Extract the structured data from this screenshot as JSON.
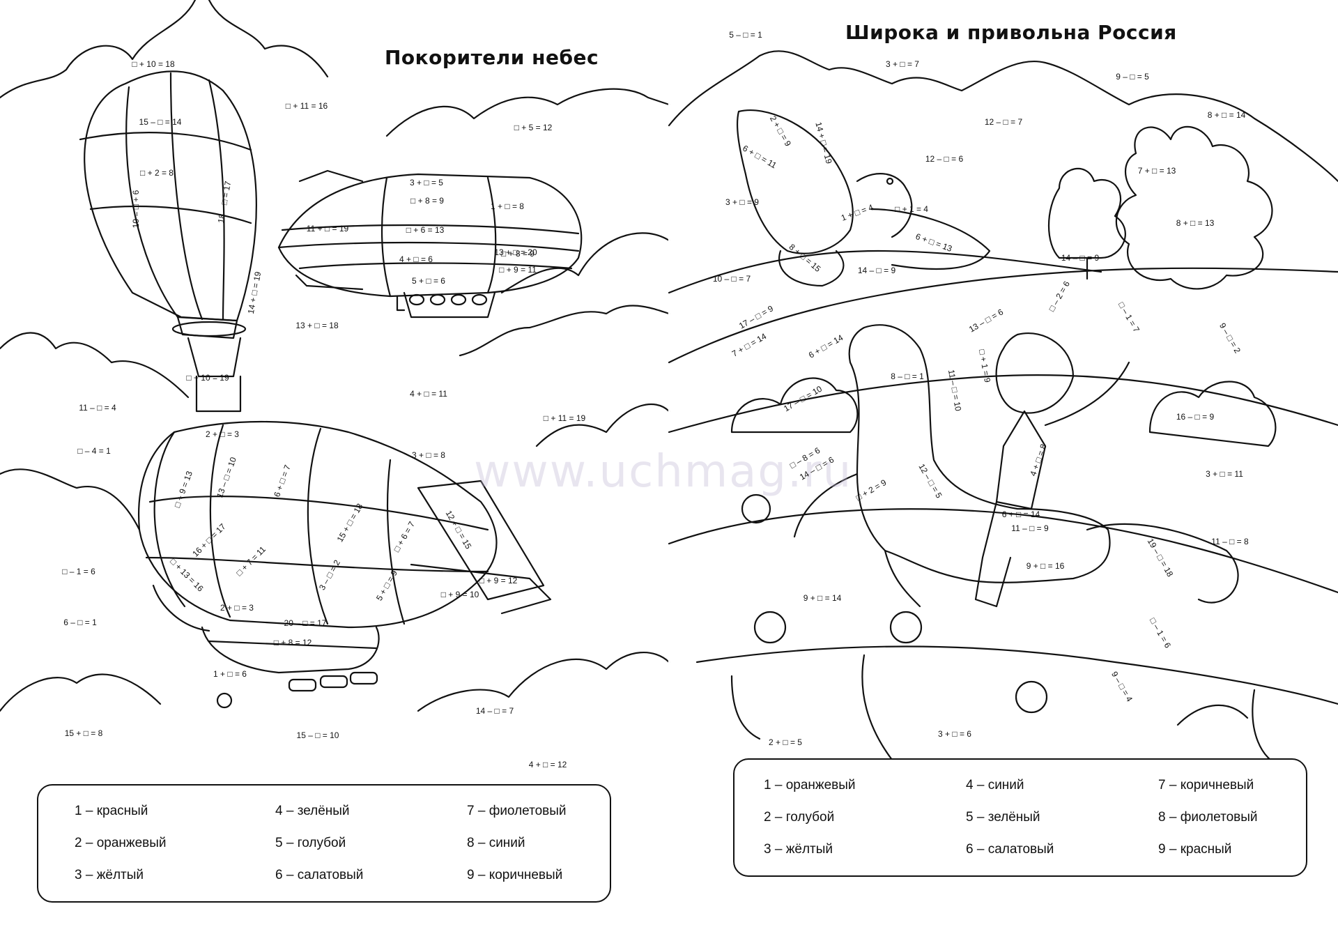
{
  "left_page": {
    "title": "Покорители небес",
    "equations": [
      "□ + 10 = 18",
      "□ + 11 = 16",
      "□ + 5 = 12",
      "15 – □ = 14",
      "□ + 2 = 8",
      "18 – □ = 17",
      "10 = □ + 6",
      "14 + □ = 19",
      "3 + □ = 5",
      "□ + 8 = 9",
      "1 + □ = 8",
      "11 + □ = 19",
      "□ + 6 = 13",
      "□ + 8 = 9",
      "4 + □ = 6",
      "13 + □ = 20",
      "□ + 9 = 11",
      "5 + □ = 6",
      "13 + □ = 18",
      "□ + 10 = 19",
      "11 – □ = 4",
      "4 + □ = 11",
      "□ + 11 = 19",
      "□ – 4 = 1",
      "3 + □ = 8",
      "2 + □ = 3",
      "13 – □ = 10",
      "6 + □ = 7",
      "□ + 9 = 13",
      "16 + □ = 17",
      "15 + □ = 18",
      "□ + 6 = 7",
      "12 + □ = 15",
      "□ + 7 = 11",
      "3 – □ = 2",
      "5 + □ = 9",
      "□ + 13 = 16",
      "□ + 9 = 12",
      "□ + 9 = 10",
      "2 + □ = 3",
      "20 – □ = 17",
      "□ – 1 = 6",
      "6 – □ = 1",
      "□ + 8 = 12",
      "1 + □ = 6",
      "14 – □ = 7",
      "15 + □ = 8",
      "15 – □ = 10",
      "4 + □ = 12"
    ],
    "legend": [
      "1 – красный",
      "2 – оранжевый",
      "3 – жёлтый",
      "4 – зелёный",
      "5 – голубой",
      "6 – салатовый",
      "7 – фиолетовый",
      "8 – синий",
      "9 – коричневый"
    ]
  },
  "right_page": {
    "title": "Широка и привольна Россия",
    "equations": [
      "5 – □ = 1",
      "3 + □ = 7",
      "9 – □ = 5",
      "12 – □ = 7",
      "8 + □ = 14",
      "12 – □ = 6",
      "7 + □ = 13",
      "3 + □ = 9",
      "8 + □ = 13",
      "2 + □ = 9",
      "14 + □ = 19",
      "6 + □ = 11",
      "1 + □ = 4",
      "□ + 1 = 4",
      "6 + □ = 13",
      "8 + □ = 15",
      "14 – □ = 9",
      "14 – □ = 9",
      "10 – □ = 7",
      "17 – □ = 9",
      "7 + □ = 14",
      "6 + □ = 14",
      "13 – □ = 6",
      "□ – 2 = 6",
      "□ – 1 = 7",
      "9 – □ = 2",
      "8 – □ = 1",
      "□ – 8 = 6",
      "11 – □ = 10",
      "□ + 1 = 9",
      "17 – □ = 10",
      "16 – □ = 9",
      "4 + □ = 8",
      "3 + □ = 11",
      "14 – □ = 6",
      "□ + 2 = 9",
      "12 – □ = 5",
      "6 + □ = 14",
      "11 – □ = 9",
      "11 – □ = 8",
      "9 + □ = 16",
      "19 – □ = 18",
      "9 + □ = 14",
      "□ – 1 = 6",
      "9 – □ = 4",
      "2 + □ = 5",
      "3 + □ = 6"
    ],
    "legend": [
      "1 – оранжевый",
      "2 – голубой",
      "3 – жёлтый",
      "4 – синий",
      "5 – зелёный",
      "6 – салатовый",
      "7 – коричневый",
      "8 – фиолетовый",
      "9 – красный"
    ]
  },
  "watermark": "www.uchmag.ru",
  "colors": {
    "line": "#111111",
    "paper": "#ffffff",
    "watermark": "#beb4d2"
  }
}
